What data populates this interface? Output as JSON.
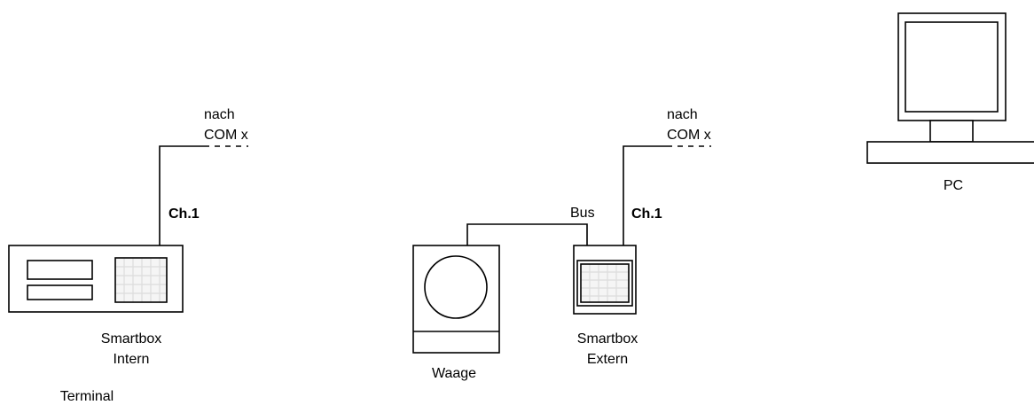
{
  "left": {
    "com_label_1": "nach",
    "com_label_2": "COM x",
    "channel_label": "Ch.1",
    "device_label_1": "Smartbox",
    "device_label_2": "Intern",
    "caption": "Terminal"
  },
  "middle": {
    "com_label_1": "nach",
    "com_label_2": "COM x",
    "channel_label": "Ch.1",
    "bus_label": "Bus",
    "scale_label": "Waage",
    "device_label_1": "Smartbox",
    "device_label_2": "Extern"
  },
  "right": {
    "pc_label": "PC"
  }
}
